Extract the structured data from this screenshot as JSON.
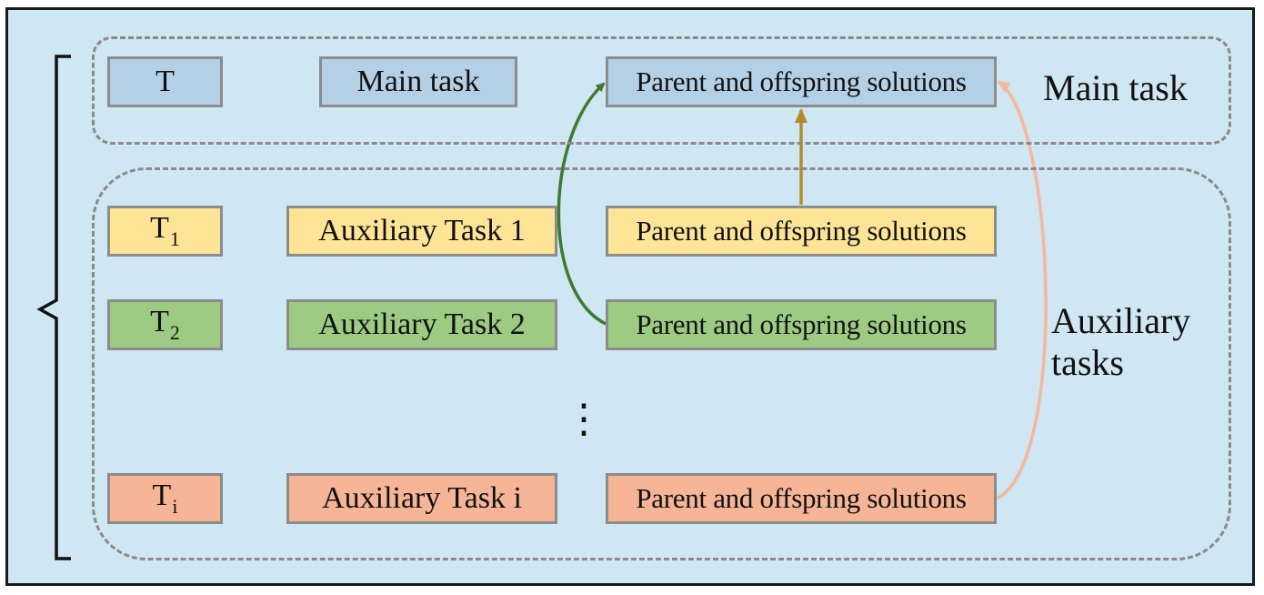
{
  "colors": {
    "background": "#cfe6f3",
    "main": "#b4d0e6",
    "aux1": "#fde496",
    "aux2": "#9dcb83",
    "auxi": "#f6b596",
    "arrow_green": "#3f7a30",
    "arrow_gold": "#b58a2a",
    "arrow_salmon": "#f4b89a"
  },
  "main_group": {
    "label": "Main task",
    "symbol": "T",
    "task_name": "Main task",
    "solutions": "Parent and offspring solutions"
  },
  "aux_group": {
    "label_line1": "Auxiliary",
    "label_line2": "tasks",
    "ellipsis": "⋮",
    "rows": [
      {
        "symbol": "T",
        "subscript": "1",
        "task_name": "Auxiliary Task 1",
        "solutions": "Parent and offspring solutions"
      },
      {
        "symbol": "T",
        "subscript": "2",
        "task_name": "Auxiliary Task 2",
        "solutions": "Parent and offspring solutions"
      },
      {
        "symbol": "T",
        "subscript": "i",
        "task_name": "Auxiliary Task i",
        "solutions": "Parent and offspring solutions"
      }
    ]
  }
}
